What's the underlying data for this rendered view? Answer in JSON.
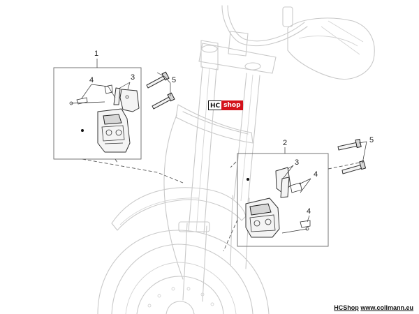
{
  "callouts": {
    "c1": "1",
    "c2": "2",
    "c3a": "3",
    "c3b": "3",
    "c4a": "4",
    "c4b": "4",
    "c4c": "4",
    "c5a": "5",
    "c5b": "5"
  },
  "logo": {
    "left": "HC",
    "right": "shop"
  },
  "footer": {
    "brand": "HCShop",
    "site": "www.collmann.eu"
  },
  "colors": {
    "logo_red": "#d3121b",
    "line": "#333333",
    "ghost": "#c9c9c9"
  }
}
